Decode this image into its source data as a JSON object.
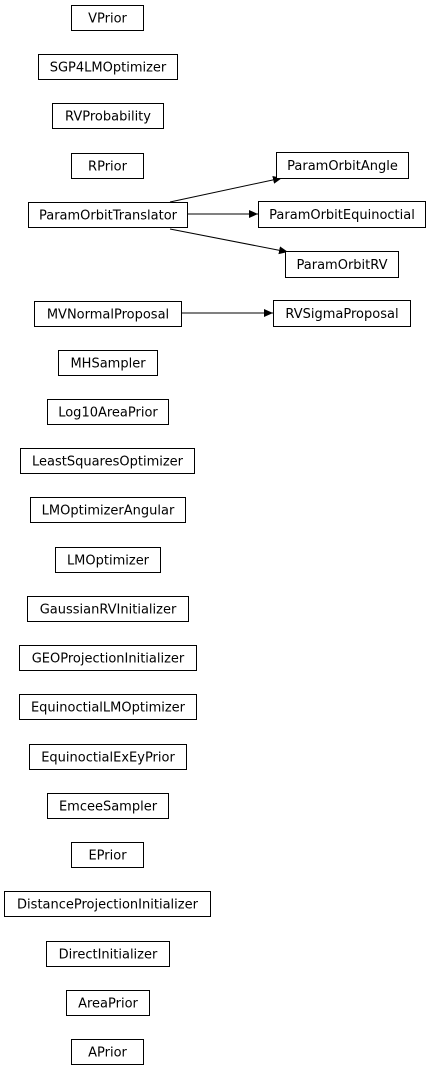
{
  "nodes": [
    {
      "id": "VPrior",
      "label": "VPrior"
    },
    {
      "id": "SGP4LMOptimizer",
      "label": "SGP4LMOptimizer"
    },
    {
      "id": "RVProbability",
      "label": "RVProbability"
    },
    {
      "id": "RPrior",
      "label": "RPrior"
    },
    {
      "id": "ParamOrbitAngle",
      "label": "ParamOrbitAngle"
    },
    {
      "id": "ParamOrbitTranslator",
      "label": "ParamOrbitTranslator"
    },
    {
      "id": "ParamOrbitEquinoctial",
      "label": "ParamOrbitEquinoctial"
    },
    {
      "id": "ParamOrbitRV",
      "label": "ParamOrbitRV"
    },
    {
      "id": "MVNormalProposal",
      "label": "MVNormalProposal"
    },
    {
      "id": "RVSigmaProposal",
      "label": "RVSigmaProposal"
    },
    {
      "id": "MHSampler",
      "label": "MHSampler"
    },
    {
      "id": "Log10AreaPrior",
      "label": "Log10AreaPrior"
    },
    {
      "id": "LeastSquaresOptimizer",
      "label": "LeastSquaresOptimizer"
    },
    {
      "id": "LMOptimizerAngular",
      "label": "LMOptimizerAngular"
    },
    {
      "id": "LMOptimizer",
      "label": "LMOptimizer"
    },
    {
      "id": "GaussianRVInitializer",
      "label": "GaussianRVInitializer"
    },
    {
      "id": "GEOProjectionInitializer",
      "label": "GEOProjectionInitializer"
    },
    {
      "id": "EquinoctialLMOptimizer",
      "label": "EquinoctialLMOptimizer"
    },
    {
      "id": "EquinoctialExEyPrior",
      "label": "EquinoctialExEyPrior"
    },
    {
      "id": "EmceeSampler",
      "label": "EmceeSampler"
    },
    {
      "id": "EPrior",
      "label": "EPrior"
    },
    {
      "id": "DistanceProjectionInitializer",
      "label": "DistanceProjectionInitializer"
    },
    {
      "id": "DirectInitializer",
      "label": "DirectInitializer"
    },
    {
      "id": "AreaPrior",
      "label": "AreaPrior"
    },
    {
      "id": "APrior",
      "label": "APrior"
    }
  ],
  "edges": [
    {
      "from": "ParamOrbitTranslator",
      "to": "ParamOrbitAngle"
    },
    {
      "from": "ParamOrbitTranslator",
      "to": "ParamOrbitEquinoctial"
    },
    {
      "from": "ParamOrbitTranslator",
      "to": "ParamOrbitRV"
    },
    {
      "from": "MVNormalProposal",
      "to": "RVSigmaProposal"
    }
  ]
}
